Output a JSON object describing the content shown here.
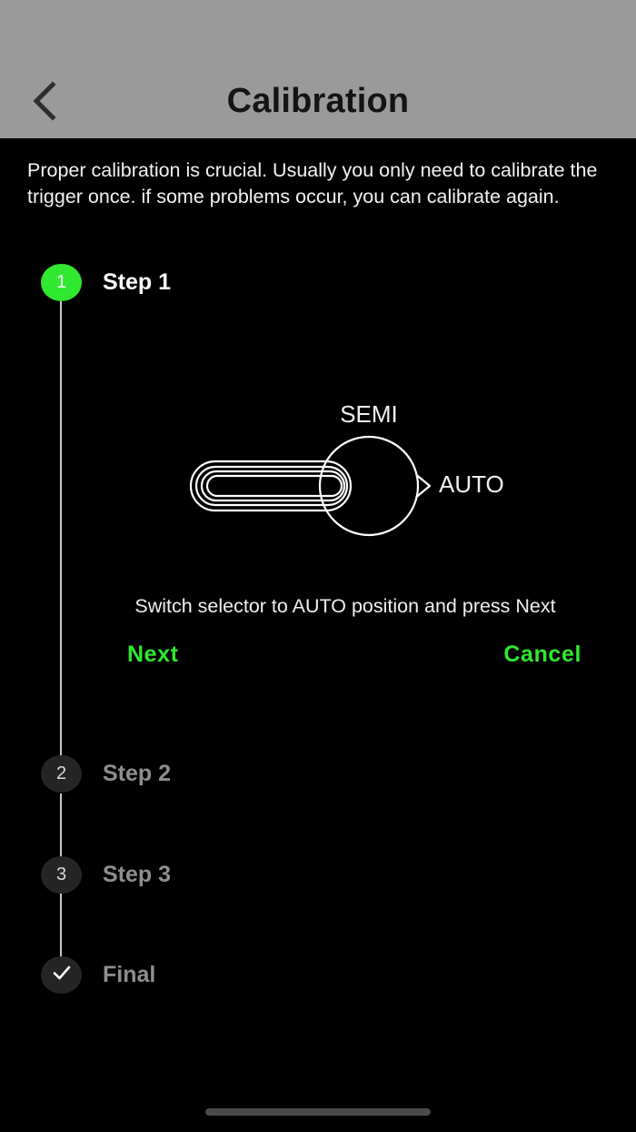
{
  "header": {
    "title": "Calibration",
    "back_icon": "chevron-left-icon",
    "bg_color": "#9a9a9a",
    "title_color": "#141414"
  },
  "description": "Proper calibration is crucial. Usually you only need to calibrate the trigger once. if some problems occur, you can calibrate again.",
  "colors": {
    "accent_green": "#2fe82f",
    "active_marker": "#30e830",
    "inactive_marker": "#252525",
    "inactive_label": "#8e8e8e",
    "background": "#000000",
    "connector": "#c9c9c9"
  },
  "timeline": {
    "steps": [
      {
        "marker": "1",
        "label": "Step 1",
        "state": "active"
      },
      {
        "marker": "2",
        "label": "Step 2",
        "state": "inactive"
      },
      {
        "marker": "3",
        "label": "Step 3",
        "state": "inactive"
      },
      {
        "marker": "check-icon",
        "label": "Final",
        "state": "inactive"
      }
    ]
  },
  "step1": {
    "diagram": {
      "type": "fire-selector-dial",
      "top_label": "SEMI",
      "right_label": "AUTO",
      "lever_icon": "selector-lever-icon",
      "pointer_icon": "dial-notch-icon"
    },
    "instruction": "Switch selector to AUTO position and press Next",
    "next_label": "Next",
    "cancel_label": "Cancel"
  },
  "home_indicator": "home-indicator-bar"
}
